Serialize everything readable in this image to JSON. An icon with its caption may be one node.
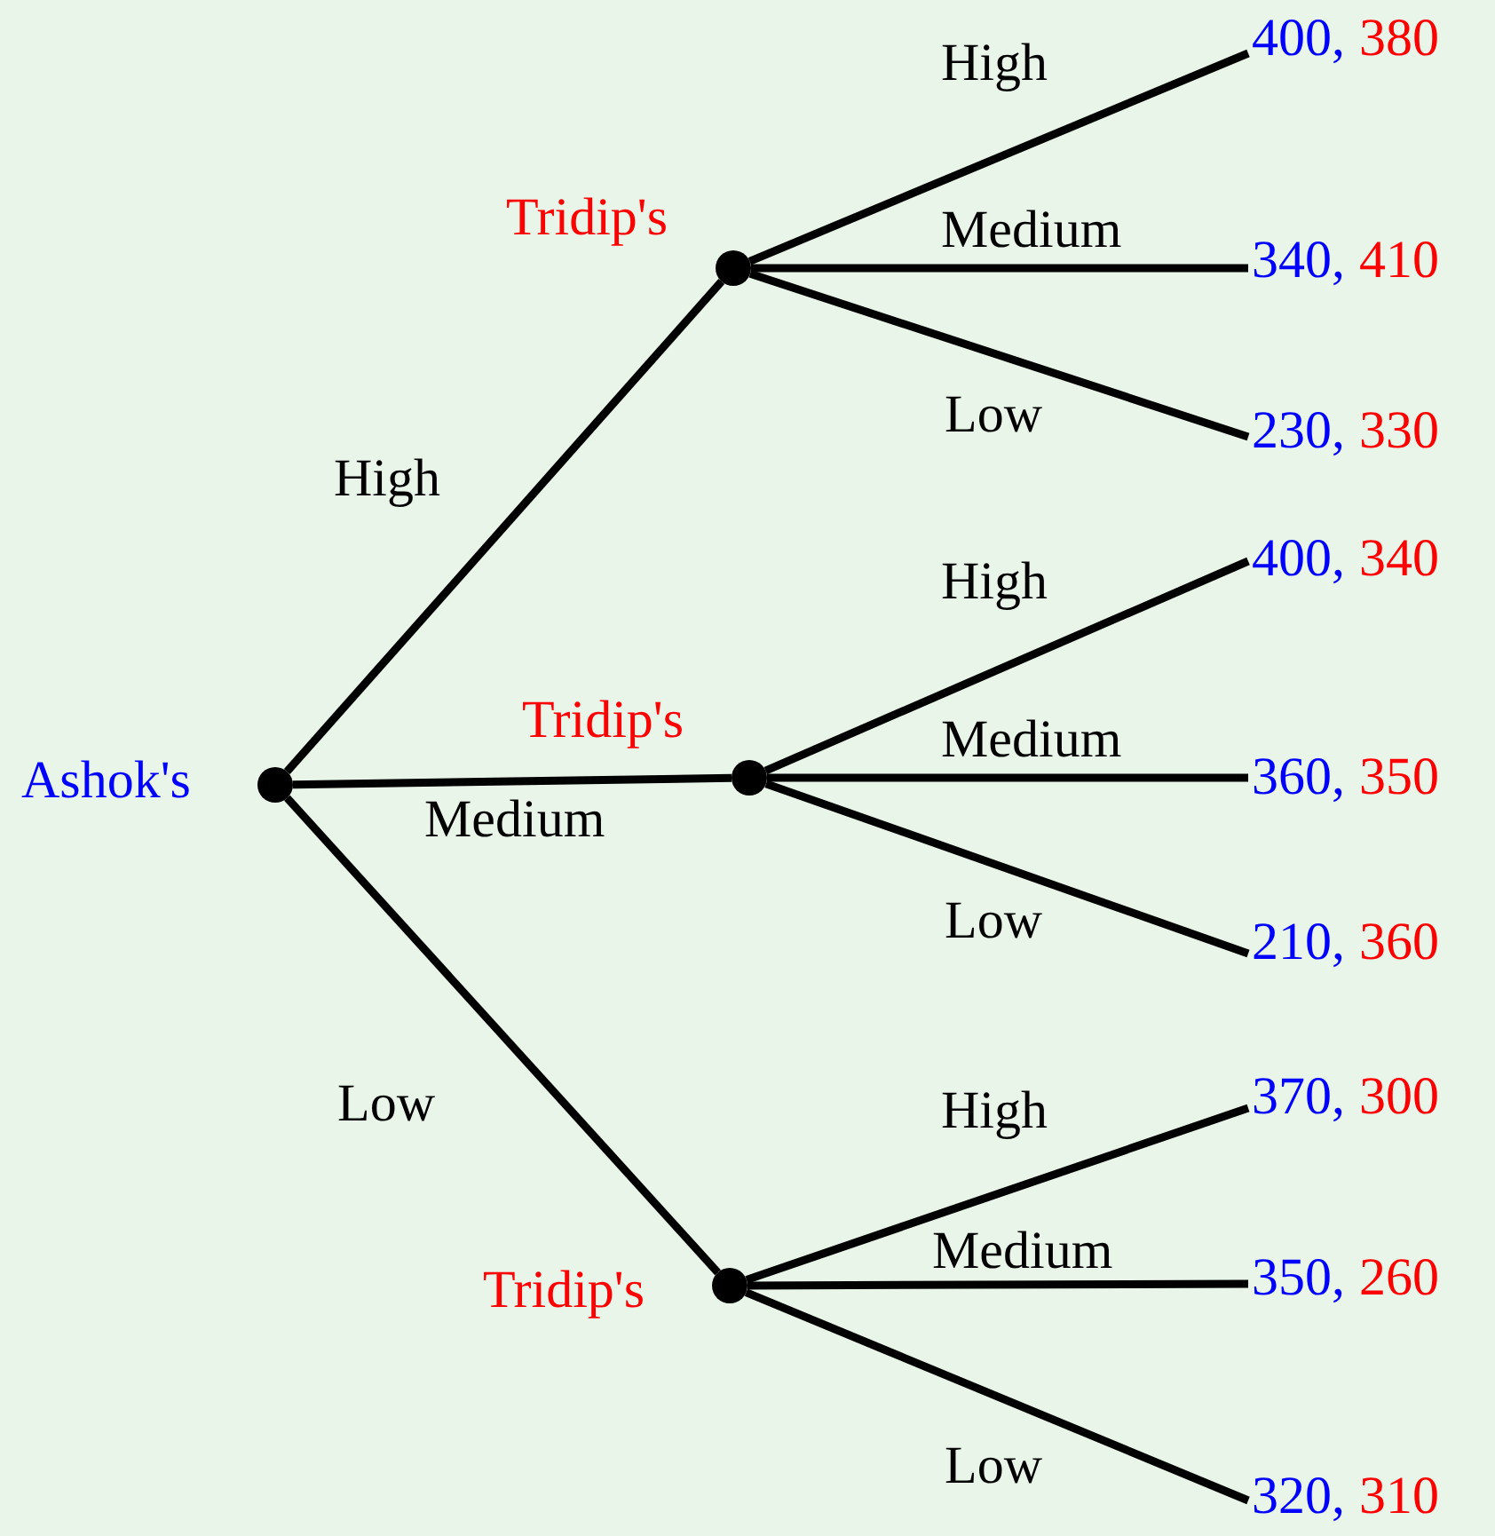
{
  "diagram": {
    "nodes": [
      {
        "text": [],
        "shape": "circle",
        "beside": [
          "Ashok's"
        ]
      },
      {
        "text": [],
        "shape": "circle",
        "beside": [
          "Tridip's"
        ]
      },
      {
        "text": [],
        "shape": "circle",
        "beside": [
          "Tridip's"
        ]
      },
      {
        "text": [],
        "shape": "circle",
        "beside": [
          "Tridip's"
        ]
      },
      {
        "text": [
          "400,",
          "380"
        ]
      },
      {
        "text": [
          "340,",
          "410"
        ]
      },
      {
        "text": [
          "230,",
          "330"
        ]
      },
      {
        "text": [
          "400,",
          "340"
        ]
      },
      {
        "text": [
          "360,",
          "350"
        ]
      },
      {
        "text": [
          "210,",
          "360"
        ]
      },
      {
        "text": [
          "370,",
          "300"
        ]
      },
      {
        "text": [
          "350,",
          "260"
        ]
      },
      {
        "text": [
          "320,",
          "310"
        ]
      }
    ],
    "edges": [
      {
        "from": 0,
        "to": 1,
        "arrow": "none",
        "label": "High"
      },
      {
        "from": 0,
        "to": 2,
        "arrow": "none",
        "label": "Medium"
      },
      {
        "from": 0,
        "to": 3,
        "arrow": "none",
        "label": "Low"
      },
      {
        "from": 1,
        "to": 4,
        "arrow": "none",
        "label": "High"
      },
      {
        "from": 1,
        "to": 5,
        "arrow": "none",
        "label": "Medium"
      },
      {
        "from": 1,
        "to": 6,
        "arrow": "none",
        "label": "Low"
      },
      {
        "from": 2,
        "to": 7,
        "arrow": "none",
        "label": "High"
      },
      {
        "from": 2,
        "to": 8,
        "arrow": "none",
        "label": "Medium"
      },
      {
        "from": 2,
        "to": 9,
        "arrow": "none",
        "label": "Low"
      },
      {
        "from": 3,
        "to": 10,
        "arrow": "none",
        "label": "High"
      },
      {
        "from": 3,
        "to": 11,
        "arrow": "none",
        "label": "Medium"
      },
      {
        "from": 3,
        "to": 12,
        "arrow": "none",
        "label": "Low"
      }
    ]
  }
}
